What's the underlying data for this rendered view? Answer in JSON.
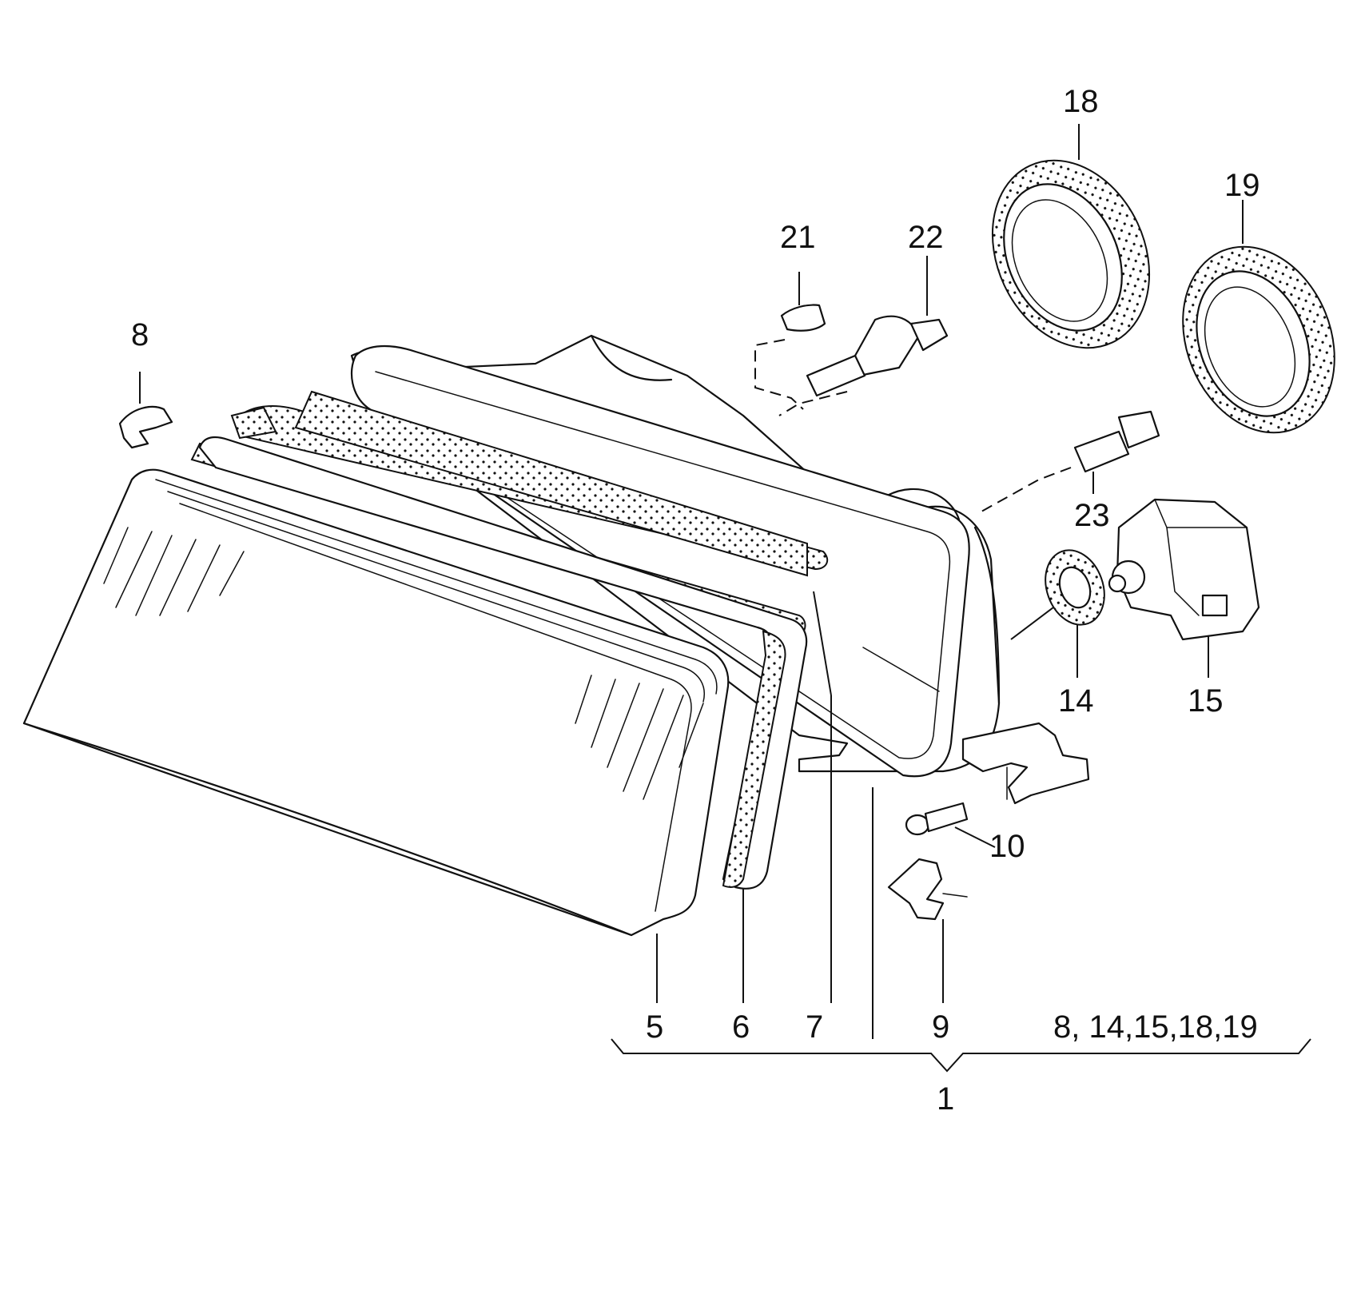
{
  "callouts": {
    "c1": "1",
    "c5": "5",
    "c6": "6",
    "c7": "7",
    "c8": "8",
    "c9": "9",
    "c10": "10",
    "c14": "14",
    "c15": "15",
    "c18": "18",
    "c19": "19",
    "c21": "21",
    "c22": "22",
    "c23": "23",
    "group": "8, 14,15,18,19"
  }
}
